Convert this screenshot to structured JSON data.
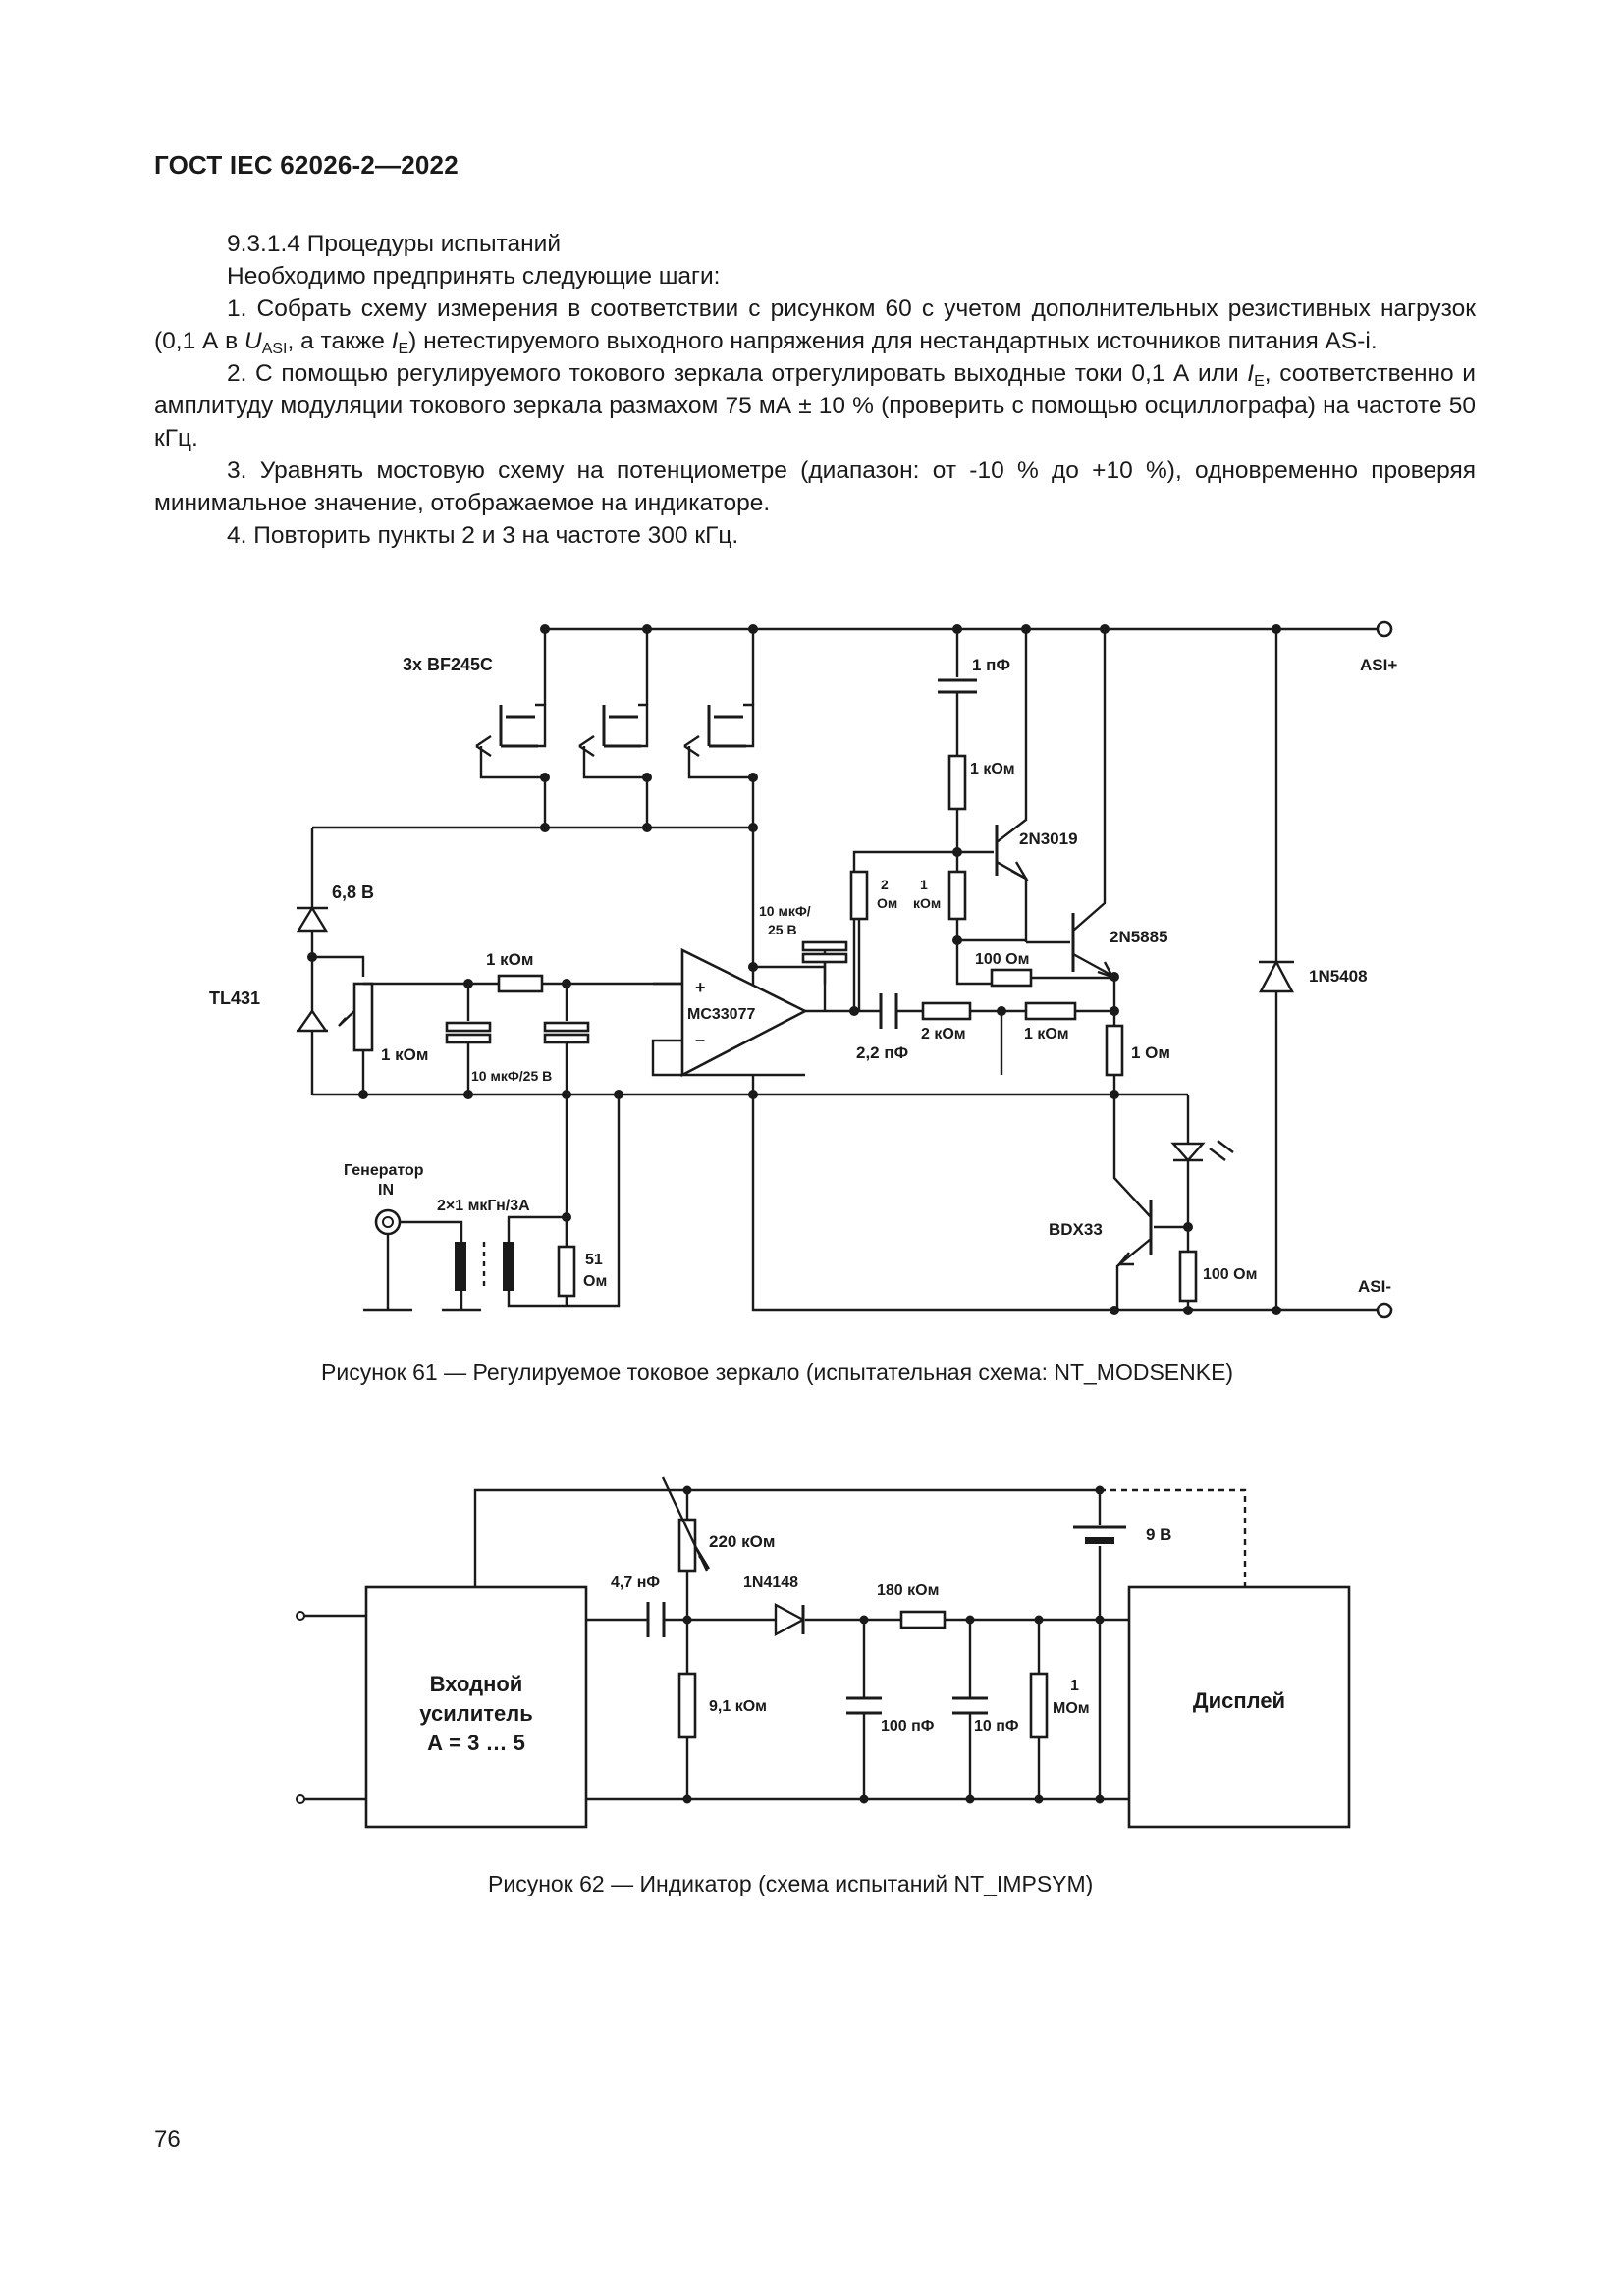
{
  "header": "ГОСТ IEC 62026-2—2022",
  "section": {
    "title": "9.3.1.4 Процедуры испытаний",
    "intro": "Необходимо предпринять следующие шаги:",
    "step1": {
      "a": "1. Собрать схему измерения в соответствии с рисунком 60 с учетом дополнительных резистивных нагрузок (0,1 А в ",
      "u": "U",
      "u_sub": "ASI",
      "b": ", а также ",
      "i": "I",
      "i_sub": "E",
      "c": ") нетестируемого выходного напряжения для нестандартных источников питания AS-i."
    },
    "step2": {
      "a": "2. С помощью регулируемого токового зеркала отрегулировать выходные токи 0,1 А или ",
      "i": "I",
      "i_sub": "E",
      "b": ", соответственно и амплитуду модуляции токового зеркала размахом 75 мА ± 10 % (проверить с помощью осциллографа) на частоте 50 кГц."
    },
    "step3": "3. Уравнять мостовую схему на потенциометре (диапазон: от -10 % до +10 %), одновременно проверяя минимальное значение, отображаемое на индикаторе.",
    "step4": "4. Повторить пункты 2 и 3 на частоте 300 кГц."
  },
  "figure61": {
    "caption": "Рисунок 61 — Регулируемое токовое зеркало (испытательная схема: NT_MODSENKE)",
    "labels": {
      "fets": "3x BF245C",
      "c1pf": "1 пФ",
      "asi_plus": "ASI+",
      "r1k_top": "1 кОм",
      "q2n3019": "2N3019",
      "r2_a": "2",
      "r2_b": "Ом",
      "r1_a": "1",
      "r1_b": "кОм",
      "c10uf_a": "10 мкФ/",
      "c10uf_b": "25 В",
      "zener": "6,8 В",
      "q2n5885": "2N5885",
      "r100_mid": "100 Ом",
      "r1k_in": "1 кОм",
      "diode": "1N5408",
      "tl431": "TL431",
      "opamp": "MC33077",
      "plus": "+",
      "minus": "–",
      "pot": "1 кОм",
      "c_pair": "10 мкФ/25 В",
      "c22": "2,2 пФ",
      "r2k": "2 кОм",
      "r1k_out": "1 кОм",
      "r1ohm": "1 Ом",
      "gen_a": "Генератор",
      "gen_b": "IN",
      "coil": "2×1 мкГн/3А",
      "r51_a": "51",
      "r51_b": "Ом",
      "bdx": "BDX33",
      "r100_low": "100 Ом",
      "asi_minus": "ASI-"
    }
  },
  "figure62": {
    "caption": "Рисунок 62 — Индикатор (схема испытаний NT_IMPSYM)",
    "labels": {
      "r220k": "220 кОм",
      "batt": "9 В",
      "c47": "4,7 нФ",
      "d1n4148": "1N4148",
      "r180k": "180 кОм",
      "amp_a": "Входной",
      "amp_b": "усилитель",
      "amp_c": "А = 3 … 5",
      "r91k": "9,1 кОм",
      "c100p": "100 пФ",
      "c10p": "10 пФ",
      "r1m_a": "1",
      "r1m_b": "МОм",
      "display": "Дисплей"
    }
  },
  "page_number": "76"
}
